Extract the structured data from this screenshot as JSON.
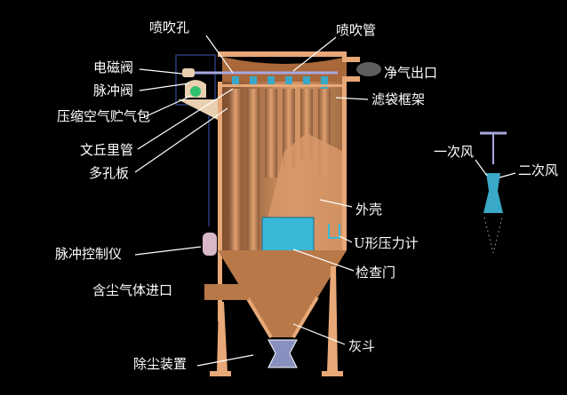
{
  "labels": {
    "spray_hole": "喷吹孔",
    "spray_pipe": "喷吹管",
    "solenoid_valve": "电磁阀",
    "clean_gas_outlet": "净气出口",
    "pulse_valve": "脉冲阀",
    "bag_cage": "滤袋框架",
    "air_tank": "压缩空气贮气包",
    "venturi": "文丘里管",
    "tube_sheet": "多孔板",
    "primary_air": "一次风",
    "secondary_air": "二次风",
    "shell": "外壳",
    "pulse_controller": "脉冲控制仪",
    "u_manometer": "U形压力计",
    "inspection_door": "检查门",
    "dusty_gas_inlet": "含尘气体进口",
    "ash_hopper": "灰斗",
    "discharge_device": "除尘装置"
  },
  "colors": {
    "background": "#000000",
    "shell": "#e8a878",
    "bags": "#c8845a",
    "accent_blue": "#3aa8c8",
    "text": "#ffffff"
  }
}
